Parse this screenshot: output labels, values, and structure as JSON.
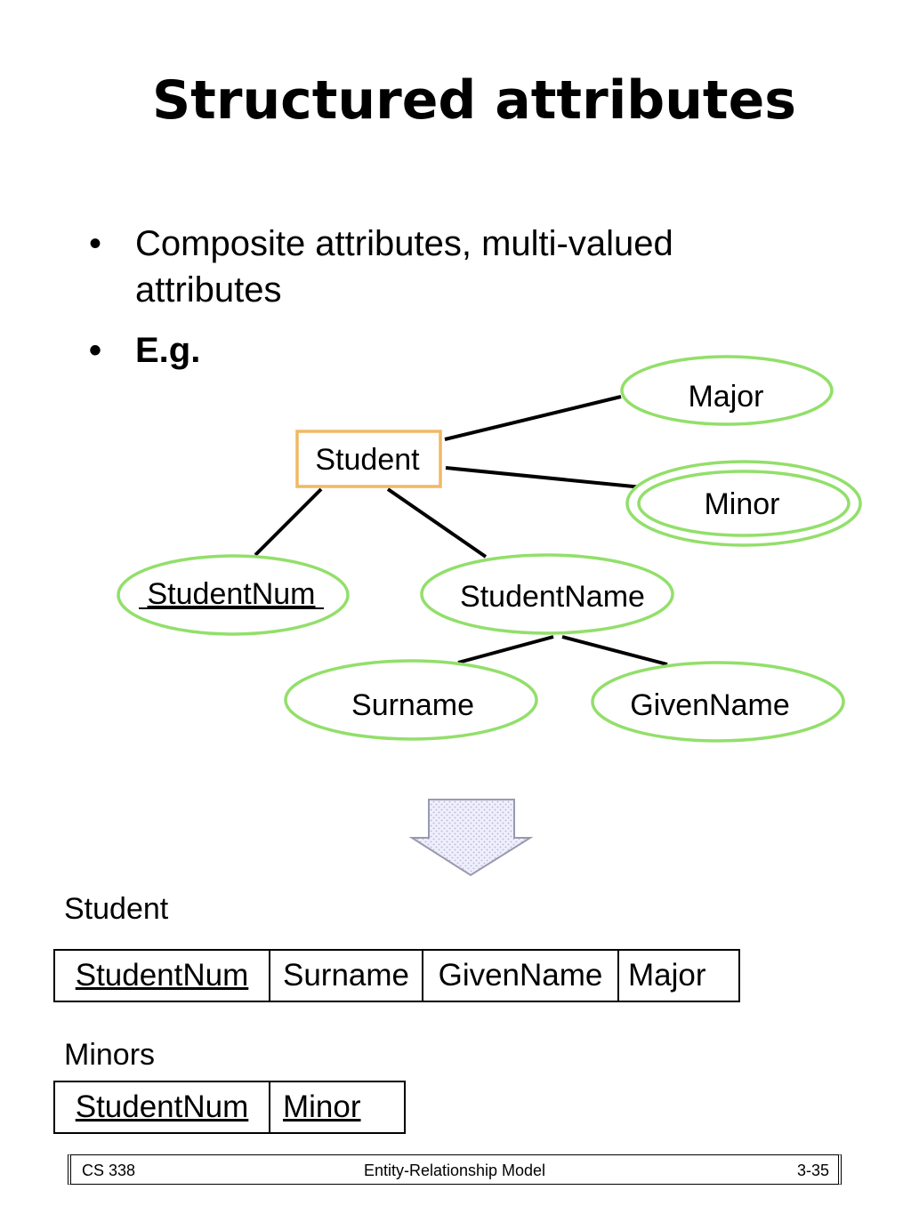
{
  "slide": {
    "title": "Structured attributes",
    "bullets": [
      {
        "marker": "•",
        "lines": [
          "Composite attributes,  multi-valued",
          "attributes"
        ]
      },
      {
        "marker": "•",
        "text": "E.g."
      }
    ]
  },
  "diagram": {
    "entity": "Student",
    "attributes": {
      "major": "Major",
      "minor": "Minor",
      "student_num": "StudentNum",
      "student_name": "StudentName",
      "surname": "Surname",
      "given_name": "GivenName"
    },
    "colors": {
      "entity_border": "#f0b865",
      "attribute_border": "#92df6a",
      "arrow_fill": "#e6e6fa",
      "arrow_stroke": "#9a9aae"
    }
  },
  "tables": {
    "student": {
      "caption": "Student",
      "columns": [
        "StudentNum",
        "Surname",
        "GivenName",
        "Major"
      ]
    },
    "minors": {
      "caption": "Minors",
      "columns": [
        "StudentNum",
        "Minor"
      ]
    }
  },
  "footer": {
    "left": "CS 338",
    "center": "Entity-Relationship Model",
    "right": "3-35"
  }
}
